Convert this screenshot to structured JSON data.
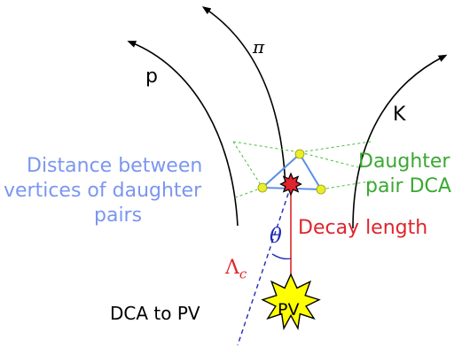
{
  "labels": {
    "proton": "p",
    "pion": "π",
    "kaon": "K",
    "distance_line1": "Distance between",
    "distance_line2": "vertices of daughter",
    "distance_line3": "pairs",
    "pair_dca_line1": "Daughter",
    "pair_dca_line2": "pair DCA",
    "decay_length": "Decay length",
    "theta": "θ",
    "lambda_main": "Λ",
    "lambda_sub": "c",
    "dca_pv": "DCA to PV",
    "pv": "PV"
  },
  "colors": {
    "track": "#000000",
    "blue_label": "#7b96f0",
    "green_label": "#3aa832",
    "red": "#e0242c",
    "dark_blue": "#1f2bb8",
    "vertex_fill": "#e8ef2a",
    "star_fill": "#ffff00",
    "triangle": "#5b8fe6",
    "green_dashed": "#4cbb44"
  }
}
